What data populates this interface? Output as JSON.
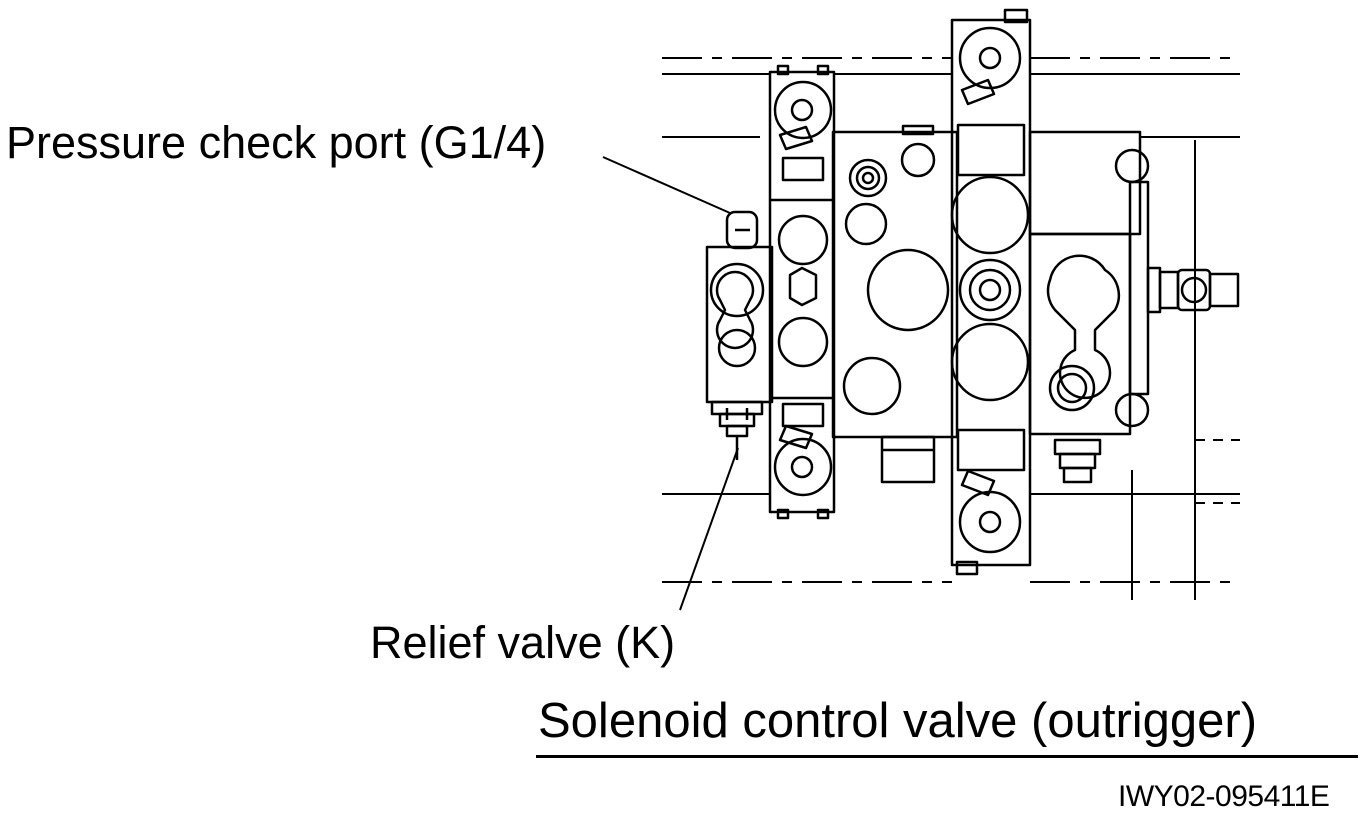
{
  "labels": {
    "pressure_check_port": "Pressure check port (G1/4)",
    "relief_valve": "Relief valve (K)",
    "title": "Solenoid control valve (outrigger)",
    "drawing_code": "IWY02-095411E"
  },
  "colors": {
    "ink": "#000000",
    "paper": "#ffffff"
  }
}
